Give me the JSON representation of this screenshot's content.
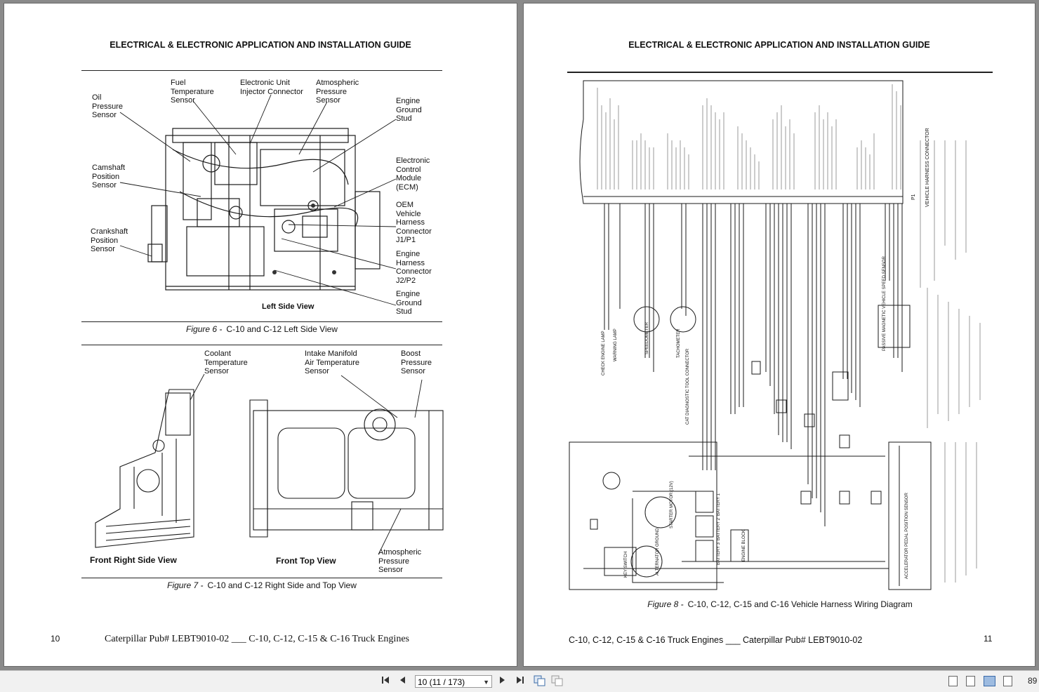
{
  "left_page": {
    "header": "ELECTRICAL & ELECTRONIC APPLICATION AND INSTALLATION GUIDE",
    "fig6": {
      "labels": {
        "oil": "Oil\nPressure\nSensor",
        "fuel": "Fuel\nTemperature\nSensor",
        "euic": "Electronic Unit\nInjector Connector",
        "atm": "Atmospheric\nPressure\nSensor",
        "egs1": "Engine\nGround\nStud",
        "cam": "Camshaft\nPosition\nSensor",
        "ecm": "Electronic\nControl\nModule\n(ECM)",
        "oem": "OEM\nVehicle\nHarness\nConnector\nJ1/P1",
        "crank": "Crankshaft\nPosition\nSensor",
        "ehc": "Engine\nHarness\nConnector\nJ2/P2",
        "egs2": "Engine\nGround\nStud"
      },
      "view": "Left Side View",
      "fig_label": "Figure 6 -",
      "caption": "C-10 and C-12 Left Side View"
    },
    "fig7": {
      "labels": {
        "coolant": "Coolant\nTemperature\nSensor",
        "intake": "Intake Manifold\nAir Temperature\nSensor",
        "boost": "Boost\nPressure\nSensor",
        "atm": "Atmospheric\nPressure\nSensor"
      },
      "view_left": "Front Right Side View",
      "view_right": "Front Top View",
      "fig_label": "Figure 7 -",
      "caption": "C-10 and C-12 Right Side and Top View"
    },
    "page_number": "10",
    "footer": "Caterpillar Pub# LEBT9010-02 ___ C-10, C-12, C-15 & C-16 Truck Engines"
  },
  "right_page": {
    "header": "ELECTRICAL & ELECTRONIC APPLICATION AND INSTALLATION GUIDE",
    "fig8": {
      "fig_label": "Figure 8 -",
      "caption": "C-10, C-12, C-15 and C-16 Vehicle Harness Wiring Diagram",
      "labels": {
        "p1": "P1",
        "vhc": "VEHICLE HARNESS CONNECTOR",
        "engine_block": "ENGINE BLOCK",
        "battery1": "BATTERY 1",
        "battery2": "BATTERY 2",
        "battery3": "BATTERY 3",
        "starter": "STARTER MOTOR (12V)",
        "alternator": "ALTERNATOR GROUND",
        "key_switch": "KEY SWITCH",
        "speedo": "SPEEDOMETER",
        "tacho": "TACHOMETER",
        "pvss": "PASSIVE MAGNETIC VEHICLE SPEED SENSOR",
        "check_lamp": "CHECK ENGINE LAMP",
        "warn_lamp": "WARNING LAMP",
        "cat_tool": "CAT DIAGNOSTIC TOOL CONNECTOR",
        "accel": "ACCELERATOR PEDAL POSITION SENSOR"
      }
    },
    "footer": "C-10, C-12, C-15 & C-16 Truck Engines ___ Caterpillar Pub# LEBT9010-02",
    "page_number": "11"
  },
  "toolbar": {
    "page_field": "10 (11 / 173)",
    "zoom": "89"
  }
}
